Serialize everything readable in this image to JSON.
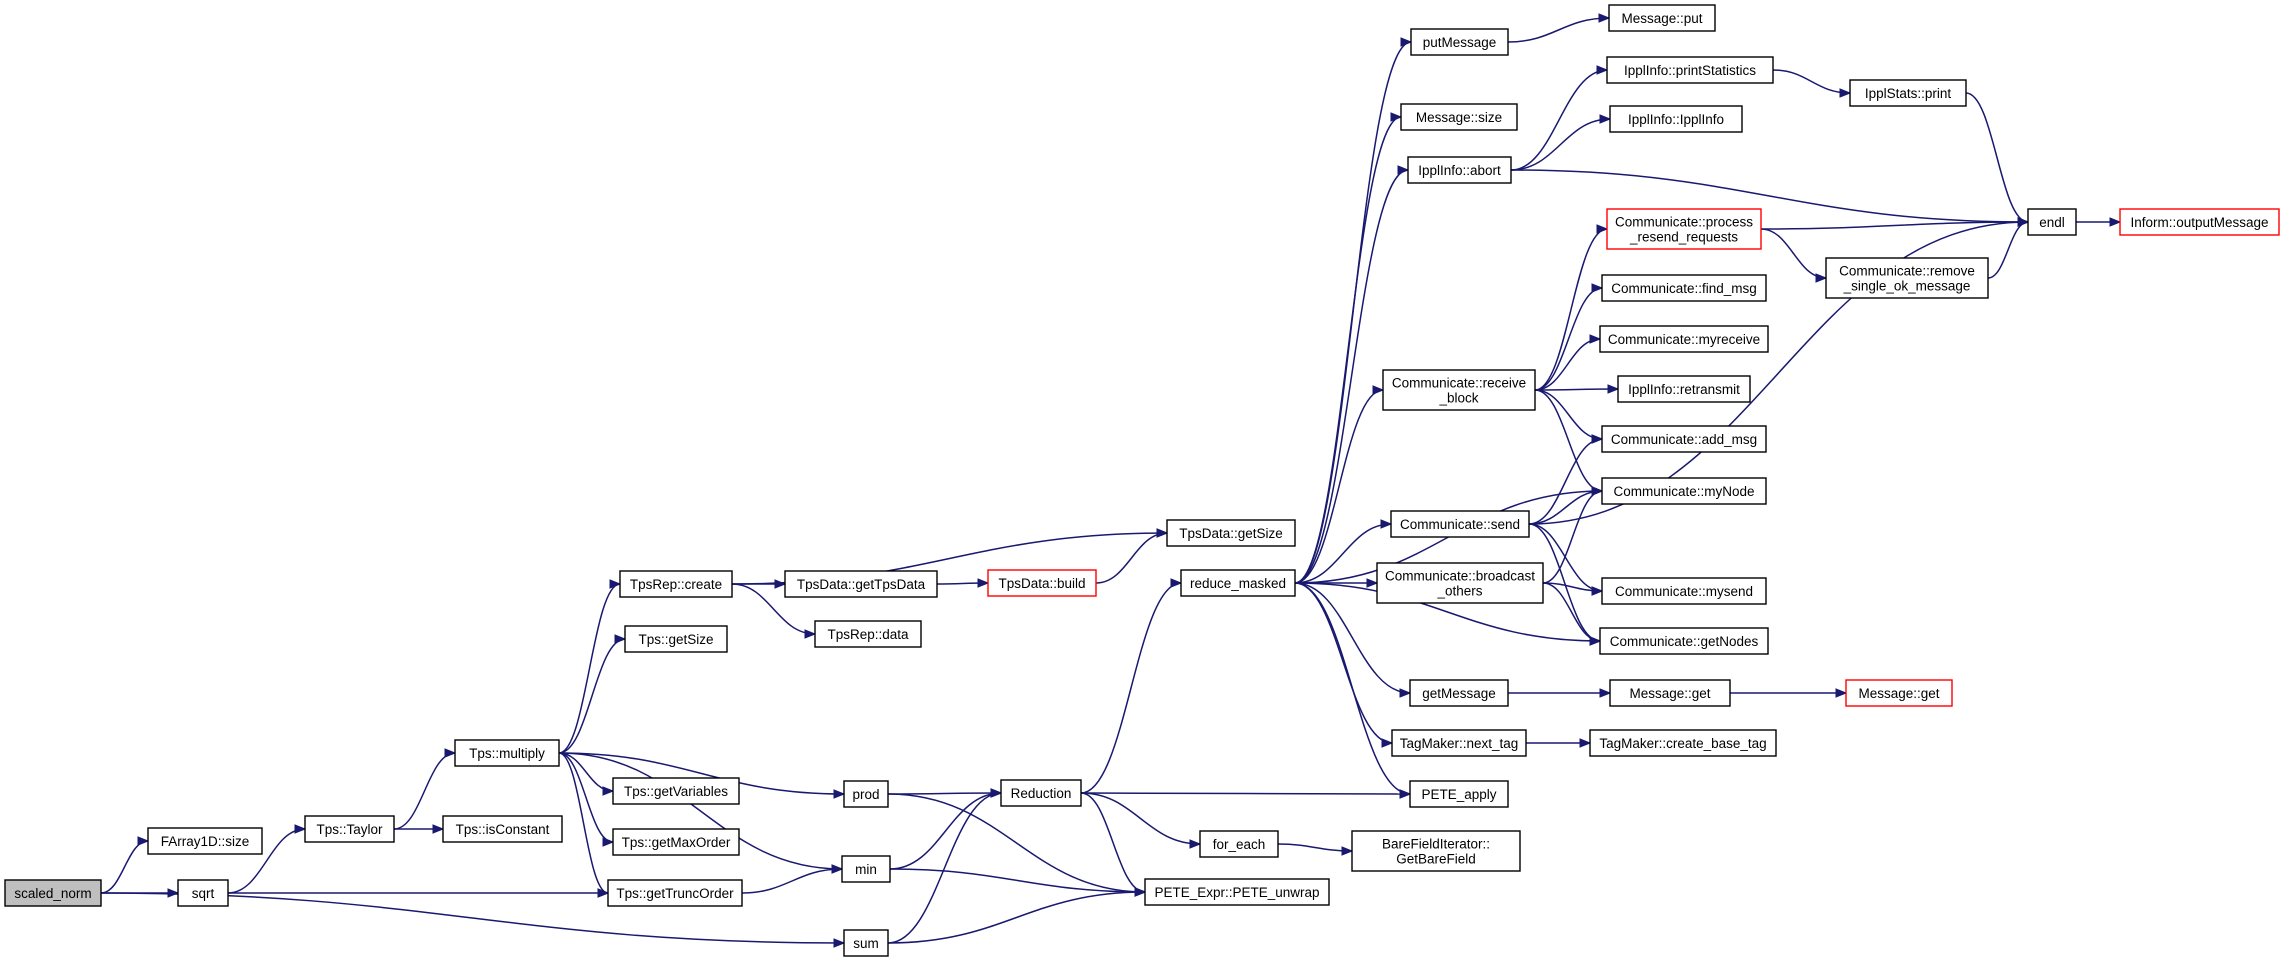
{
  "diagram": {
    "type": "call-graph",
    "edge_color": "#191970",
    "node_border_color": "#000000",
    "truncated_node_border_color": "#ff0000",
    "root_fill_color": "#bfbfbf",
    "nodes": [
      {
        "id": "scaled_norm",
        "lines": [
          "scaled_norm"
        ],
        "root": true
      },
      {
        "id": "FArray1D_size",
        "lines": [
          "FArray1D::size"
        ]
      },
      {
        "id": "sqrt",
        "lines": [
          "sqrt"
        ]
      },
      {
        "id": "sum",
        "lines": [
          "sum"
        ]
      },
      {
        "id": "Tps_Taylor",
        "lines": [
          "Tps::Taylor"
        ]
      },
      {
        "id": "Tps_getTruncOrder",
        "lines": [
          "Tps::getTruncOrder"
        ]
      },
      {
        "id": "Tps_multiply",
        "lines": [
          "Tps::multiply"
        ]
      },
      {
        "id": "Tps_isConstant",
        "lines": [
          "Tps::isConstant"
        ]
      },
      {
        "id": "TpsRep_create",
        "lines": [
          "TpsRep::create"
        ]
      },
      {
        "id": "Tps_getSize",
        "lines": [
          "Tps::getSize"
        ]
      },
      {
        "id": "Tps_getVariables",
        "lines": [
          "Tps::getVariables"
        ]
      },
      {
        "id": "Tps_getMaxOrder",
        "lines": [
          "Tps::getMaxOrder"
        ]
      },
      {
        "id": "prod",
        "lines": [
          "prod"
        ]
      },
      {
        "id": "min",
        "lines": [
          "min"
        ]
      },
      {
        "id": "TpsData_getTpsData",
        "lines": [
          "TpsData::getTpsData"
        ]
      },
      {
        "id": "TpsRep_data",
        "lines": [
          "TpsRep::data"
        ]
      },
      {
        "id": "TpsData_build",
        "lines": [
          "TpsData::build"
        ],
        "truncated": true
      },
      {
        "id": "TpsData_getSize",
        "lines": [
          "TpsData::getSize"
        ]
      },
      {
        "id": "Reduction",
        "lines": [
          "Reduction"
        ]
      },
      {
        "id": "PETE_unwrap",
        "lines": [
          "PETE_Expr::PETE_unwrap"
        ]
      },
      {
        "id": "reduce_masked",
        "lines": [
          "reduce_masked"
        ]
      },
      {
        "id": "for_each",
        "lines": [
          "for_each"
        ]
      },
      {
        "id": "BareFieldIterator",
        "lines": [
          "BareFieldIterator::",
          "GetBareField"
        ]
      },
      {
        "id": "putMessage",
        "lines": [
          "putMessage"
        ]
      },
      {
        "id": "Message_size",
        "lines": [
          "Message::size"
        ]
      },
      {
        "id": "IpplInfo_abort",
        "lines": [
          "IpplInfo::abort"
        ]
      },
      {
        "id": "Comm_receive_block",
        "lines": [
          "Communicate::receive",
          "_block"
        ]
      },
      {
        "id": "Comm_send",
        "lines": [
          "Communicate::send"
        ]
      },
      {
        "id": "Comm_broadcast_others",
        "lines": [
          "Communicate::broadcast",
          "_others"
        ]
      },
      {
        "id": "getMessage",
        "lines": [
          "getMessage"
        ]
      },
      {
        "id": "TagMaker_next_tag",
        "lines": [
          "TagMaker::next_tag"
        ]
      },
      {
        "id": "PETE_apply",
        "lines": [
          "PETE_apply"
        ]
      },
      {
        "id": "Message_put",
        "lines": [
          "Message::put"
        ]
      },
      {
        "id": "IpplInfo_printStatistics",
        "lines": [
          "IpplInfo::printStatistics"
        ]
      },
      {
        "id": "IpplInfo_IpplInfo",
        "lines": [
          "IpplInfo::IpplInfo"
        ]
      },
      {
        "id": "Comm_process_resend_requests",
        "lines": [
          "Communicate::process",
          "_resend_requests"
        ],
        "truncated": true
      },
      {
        "id": "Comm_find_msg",
        "lines": [
          "Communicate::find_msg"
        ]
      },
      {
        "id": "Comm_myreceive",
        "lines": [
          "Communicate::myreceive"
        ]
      },
      {
        "id": "IpplInfo_retransmit",
        "lines": [
          "IpplInfo::retransmit"
        ]
      },
      {
        "id": "Comm_add_msg",
        "lines": [
          "Communicate::add_msg"
        ]
      },
      {
        "id": "Comm_myNode",
        "lines": [
          "Communicate::myNode"
        ]
      },
      {
        "id": "Comm_mysend",
        "lines": [
          "Communicate::mysend"
        ]
      },
      {
        "id": "Comm_getNodes",
        "lines": [
          "Communicate::getNodes"
        ]
      },
      {
        "id": "Message_get",
        "lines": [
          "Message::get"
        ]
      },
      {
        "id": "TagMaker_create_base_tag",
        "lines": [
          "TagMaker::create_base_tag"
        ]
      },
      {
        "id": "IpplStats_print",
        "lines": [
          "IpplStats::print"
        ]
      },
      {
        "id": "Comm_remove_single_ok_message",
        "lines": [
          "Communicate::remove",
          "_single_ok_message"
        ]
      },
      {
        "id": "endl",
        "lines": [
          "endl"
        ]
      },
      {
        "id": "Message_get2",
        "lines": [
          "Message::get"
        ],
        "truncated": true
      },
      {
        "id": "Inform_outputMessage",
        "lines": [
          "Inform::outputMessage"
        ],
        "truncated": true
      }
    ],
    "edges": [
      [
        "scaled_norm",
        "FArray1D_size"
      ],
      [
        "scaled_norm",
        "sqrt"
      ],
      [
        "scaled_norm",
        "sum"
      ],
      [
        "sqrt",
        "Tps_Taylor"
      ],
      [
        "sqrt",
        "Tps_getTruncOrder"
      ],
      [
        "Tps_Taylor",
        "Tps_multiply"
      ],
      [
        "Tps_Taylor",
        "Tps_isConstant"
      ],
      [
        "Tps_multiply",
        "TpsRep_create"
      ],
      [
        "Tps_multiply",
        "Tps_getSize"
      ],
      [
        "Tps_multiply",
        "Tps_getVariables"
      ],
      [
        "Tps_multiply",
        "Tps_getMaxOrder"
      ],
      [
        "Tps_multiply",
        "Tps_getTruncOrder"
      ],
      [
        "Tps_multiply",
        "prod"
      ],
      [
        "Tps_multiply",
        "min"
      ],
      [
        "TpsRep_create",
        "TpsData_getSize"
      ],
      [
        "TpsRep_create",
        "TpsData_getTpsData"
      ],
      [
        "TpsRep_create",
        "TpsRep_data"
      ],
      [
        "TpsData_getTpsData",
        "TpsData_build"
      ],
      [
        "TpsData_build",
        "TpsData_getSize"
      ],
      [
        "Tps_getTruncOrder",
        "min"
      ],
      [
        "prod",
        "Reduction"
      ],
      [
        "prod",
        "PETE_unwrap"
      ],
      [
        "min",
        "Reduction"
      ],
      [
        "min",
        "PETE_unwrap"
      ],
      [
        "sum",
        "Reduction"
      ],
      [
        "sum",
        "PETE_unwrap"
      ],
      [
        "Reduction",
        "reduce_masked"
      ],
      [
        "Reduction",
        "PETE_apply"
      ],
      [
        "Reduction",
        "for_each"
      ],
      [
        "Reduction",
        "PETE_unwrap"
      ],
      [
        "for_each",
        "BareFieldIterator"
      ],
      [
        "reduce_masked",
        "putMessage"
      ],
      [
        "reduce_masked",
        "Message_size"
      ],
      [
        "reduce_masked",
        "IpplInfo_abort"
      ],
      [
        "reduce_masked",
        "Comm_receive_block"
      ],
      [
        "reduce_masked",
        "Comm_myNode"
      ],
      [
        "reduce_masked",
        "Comm_send"
      ],
      [
        "reduce_masked",
        "Comm_broadcast_others"
      ],
      [
        "reduce_masked",
        "Comm_getNodes"
      ],
      [
        "reduce_masked",
        "getMessage"
      ],
      [
        "reduce_masked",
        "TagMaker_next_tag"
      ],
      [
        "reduce_masked",
        "PETE_apply"
      ],
      [
        "putMessage",
        "Message_put"
      ],
      [
        "IpplInfo_abort",
        "IpplInfo_printStatistics"
      ],
      [
        "IpplInfo_abort",
        "IpplInfo_IpplInfo"
      ],
      [
        "IpplInfo_abort",
        "endl"
      ],
      [
        "IpplInfo_printStatistics",
        "IpplStats_print"
      ],
      [
        "IpplStats_print",
        "endl"
      ],
      [
        "Comm_receive_block",
        "Comm_process_resend_requests"
      ],
      [
        "Comm_receive_block",
        "Comm_find_msg"
      ],
      [
        "Comm_receive_block",
        "Comm_myreceive"
      ],
      [
        "Comm_receive_block",
        "IpplInfo_retransmit"
      ],
      [
        "Comm_receive_block",
        "Comm_add_msg"
      ],
      [
        "Comm_receive_block",
        "Comm_myNode"
      ],
      [
        "Comm_process_resend_requests",
        "endl"
      ],
      [
        "Comm_process_resend_requests",
        "Comm_remove_single_ok_message"
      ],
      [
        "Comm_remove_single_ok_message",
        "endl"
      ],
      [
        "Comm_send",
        "Comm_add_msg"
      ],
      [
        "Comm_send",
        "Comm_myNode"
      ],
      [
        "Comm_send",
        "Comm_mysend"
      ],
      [
        "Comm_send",
        "Comm_getNodes"
      ],
      [
        "Comm_send",
        "endl"
      ],
      [
        "Comm_broadcast_others",
        "Comm_myNode"
      ],
      [
        "Comm_broadcast_others",
        "Comm_mysend"
      ],
      [
        "Comm_broadcast_others",
        "Comm_getNodes"
      ],
      [
        "getMessage",
        "Message_get"
      ],
      [
        "Message_get",
        "Message_get2"
      ],
      [
        "TagMaker_next_tag",
        "TagMaker_create_base_tag"
      ],
      [
        "endl",
        "Inform_outputMessage"
      ]
    ]
  }
}
